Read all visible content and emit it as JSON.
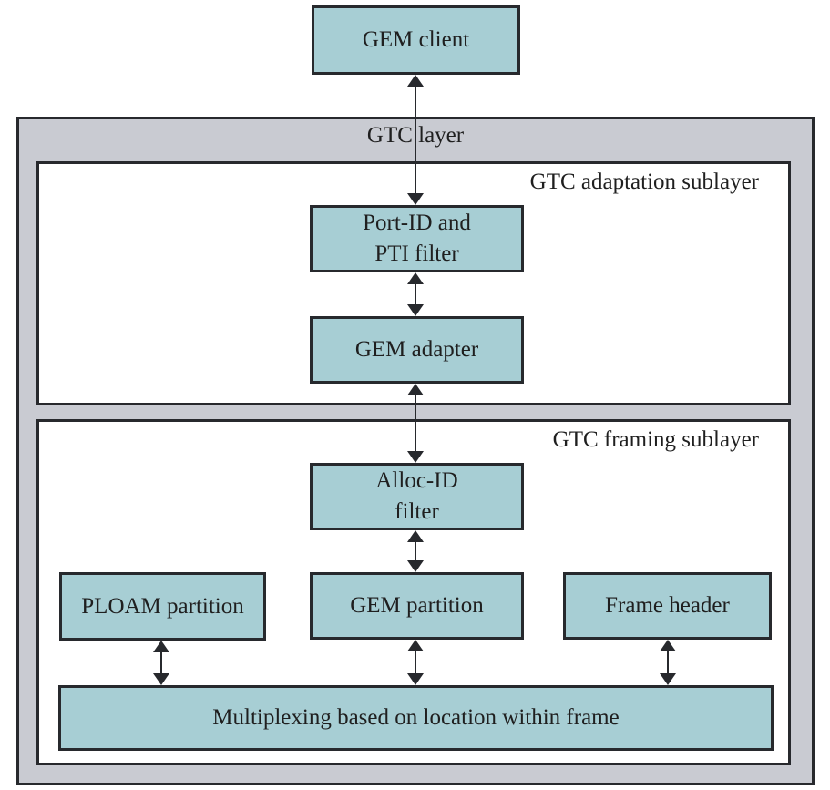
{
  "diagram": {
    "layer_title": "GTC layer",
    "colors": {
      "node_fill": "#a7ced4",
      "layer_fill": "#c9cbd2",
      "sublayer_fill": "#ffffff",
      "border": "#27292d",
      "text": "#1f1f1f"
    },
    "nodes": {
      "gem_client": {
        "label": "GEM client"
      },
      "port_id_filter": {
        "line1": "Port-ID and",
        "line2": "PTI filter"
      },
      "gem_adapter": {
        "label": "GEM adapter"
      },
      "alloc_id_filter": {
        "line1": "Alloc-ID",
        "line2": "filter"
      },
      "ploam_partition": {
        "label": "PLOAM partition"
      },
      "gem_partition": {
        "label": "GEM partition"
      },
      "frame_header": {
        "label": "Frame header"
      },
      "multiplexing": {
        "label": "Multiplexing based on location within frame"
      }
    },
    "sublayers": {
      "adaptation": {
        "label": "GTC adaptation sublayer"
      },
      "framing": {
        "label": "GTC framing sublayer"
      }
    },
    "connections": [
      {
        "from": "GEM client",
        "to": "Port-ID and PTI filter",
        "type": "bidirectional"
      },
      {
        "from": "Port-ID and PTI filter",
        "to": "GEM adapter",
        "type": "bidirectional"
      },
      {
        "from": "GEM adapter",
        "to": "Alloc-ID filter",
        "type": "bidirectional"
      },
      {
        "from": "Alloc-ID filter",
        "to": "GEM partition",
        "type": "bidirectional"
      },
      {
        "from": "PLOAM partition",
        "to": "Multiplexing based on location within frame",
        "type": "bidirectional"
      },
      {
        "from": "GEM partition",
        "to": "Multiplexing based on location within frame",
        "type": "bidirectional"
      },
      {
        "from": "Frame header",
        "to": "Multiplexing based on location within frame",
        "type": "bidirectional"
      }
    ]
  }
}
